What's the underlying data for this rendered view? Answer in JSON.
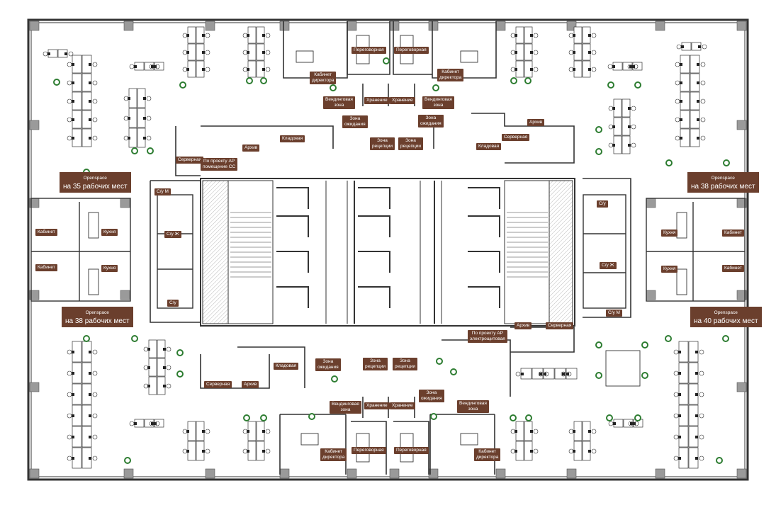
{
  "labels": {
    "peregovornaya": "Переговорная",
    "kabinet_direktora_1": "Кабинет",
    "kabinet_direktora_2": "директора",
    "vending_1": "Вендинговая",
    "vending_2": "зона",
    "hranenie": "Хранение",
    "zona_ozhidaniya_1": "Зона",
    "zona_ozhidaniya_2": "ожидания",
    "zona_recepcii_1": "Зона",
    "zona_recepcii_2": "рецепции",
    "arhiv": "Архив",
    "servernaya": "Серверная",
    "kladovaya": "Кладовая",
    "ar_ss_1": "По проекту АР",
    "ar_ss_2": "помещение СС",
    "ar_el_1": "По проекту АР",
    "ar_el_2": "электрощитовая",
    "kabinet": "Кабинет",
    "kuhnya": "Кухня",
    "su": "С/у",
    "su_m": "С/у М",
    "su_zh": "С/у Ж",
    "openspace": "Openspace",
    "nw_capacity": "на 35 рабочих мест",
    "ne_capacity": "на 38 рабочих мест",
    "sw_capacity": "на 38 рабочих мест",
    "se_capacity": "на 40 рабочих мест"
  },
  "colors": {
    "label_bg": "#6b3f2d",
    "wall": "#333333",
    "column": "#9a9a9a",
    "plant": "#2e7d32"
  }
}
